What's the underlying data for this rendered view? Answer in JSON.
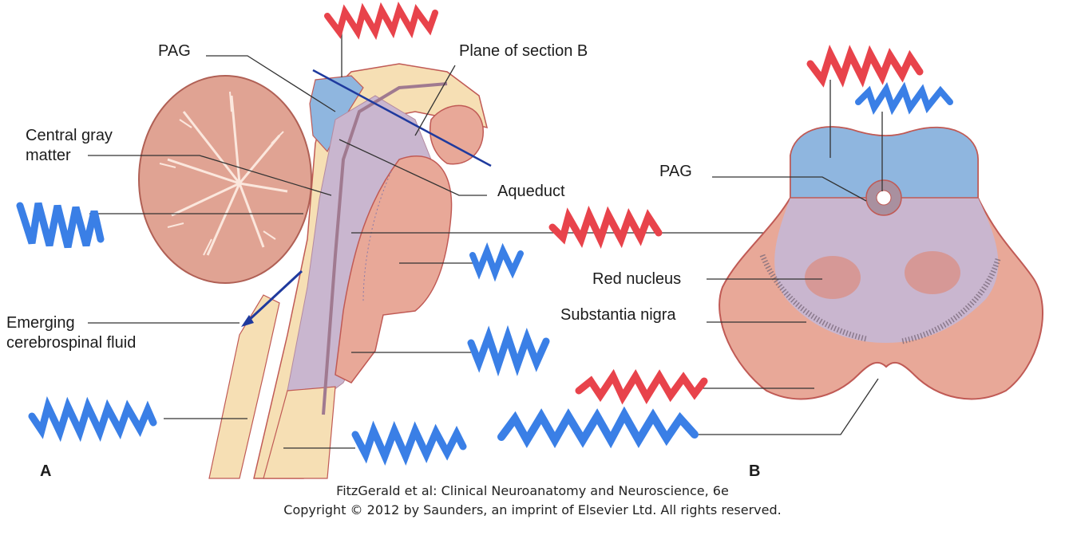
{
  "panel_a": {
    "letter": "A",
    "labels": {
      "pag": "PAG",
      "plane": "Plane of section B",
      "central_gray_1": "Central gray",
      "central_gray_2": "matter",
      "aqueduct": "Aqueduct",
      "emerging_1": "Emerging",
      "emerging_2": "cerebrospinal fluid"
    }
  },
  "panel_b": {
    "letter": "B",
    "labels": {
      "pag": "PAG",
      "red_nucleus": "Red nucleus",
      "substantia_nigra": "Substantia nigra"
    }
  },
  "credit": {
    "line1": "FitzGerald et al: Clinical Neuroanatomy and Neuroscience, 6e",
    "line2": "Copyright © 2012 by Saunders, an imprint of Elsevier Ltd. All rights reserved."
  },
  "colors": {
    "tectum_blue": "#8fb6df",
    "tegmentum_lavender": "#c9b6cf",
    "crus_salmon": "#e8a898",
    "outline": "#c05a55",
    "cerebellum": "#e0a393",
    "csf_cream": "#f6dfb4",
    "scribble_red": "#e8434b",
    "scribble_blue": "#3a7fe6"
  }
}
